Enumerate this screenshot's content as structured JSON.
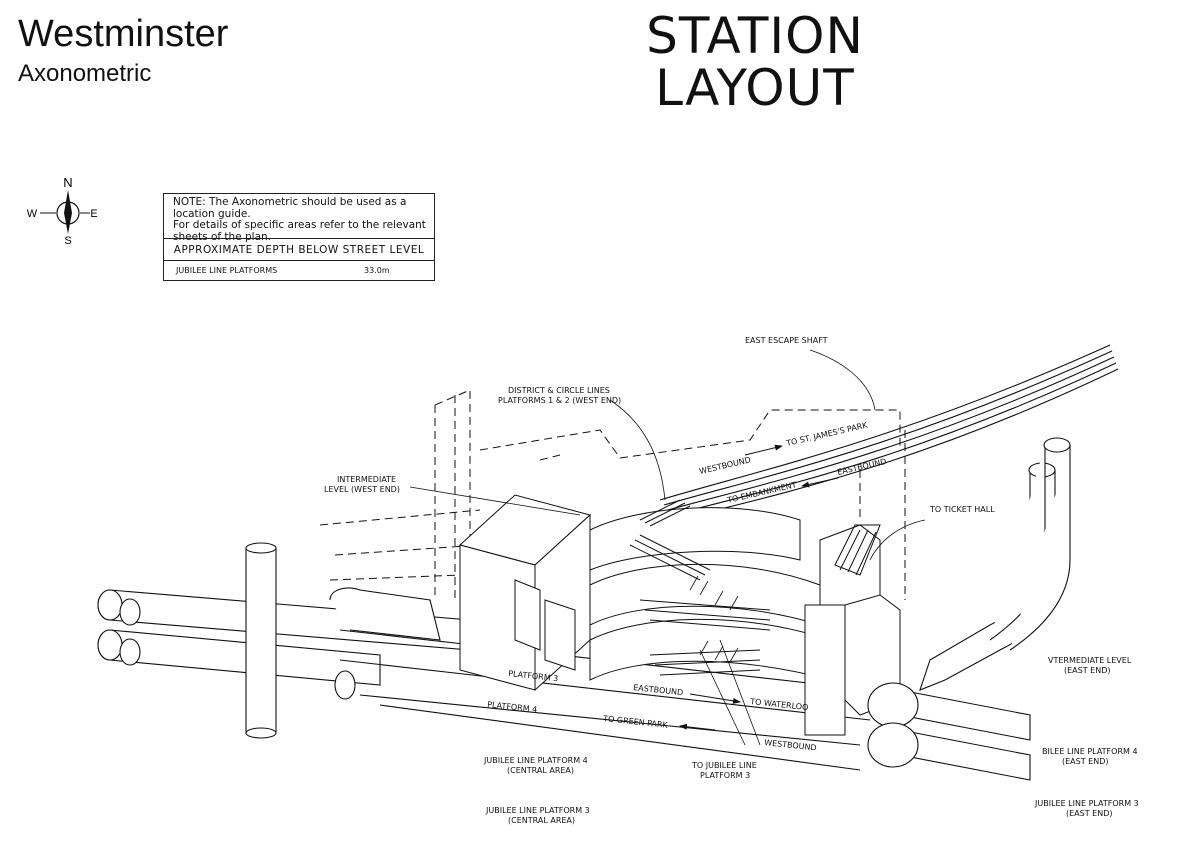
{
  "header": {
    "station": "Westminster",
    "view": "Axonometric",
    "title_line1": "STATION",
    "title_line2": "LAYOUT"
  },
  "compass": {
    "n": "N",
    "s": "S",
    "e": "E",
    "w": "W"
  },
  "note": {
    "line1": "NOTE: The Axonometric should be used as a",
    "line2": "location guide.",
    "line3": "For details of specific areas refer to the relevant",
    "line4": "sheets of the plan.",
    "depth_header": "APPROXIMATE DEPTH BELOW  STREET LEVEL",
    "rows": [
      {
        "label": "JUBILEE LINE PLATFORMS",
        "value": "33.0m"
      }
    ]
  },
  "labels": {
    "east_escape_shaft": "EAST ESCAPE SHAFT",
    "district_circle_1": "DISTRICT & CIRCLE LINES",
    "district_circle_2": "PLATFORMS 1 & 2 (WEST END)",
    "intermediate_west_1": "INTERMEDIATE",
    "intermediate_west_2": "LEVEL (WEST END)",
    "to_st_james": "TO ST. JAMES'S PARK",
    "westbound_upper": "WESTBOUND",
    "eastbound_upper": "EASTBOUND",
    "to_embankment": "TO EMBANKMENT",
    "to_ticket_hall": "TO TICKET HALL",
    "intermediate_east_1": "VTERMEDIATE LEVEL",
    "intermediate_east_2": "(EAST END)",
    "platform_3": "PLATFORM 3",
    "eastbound_lower": "EASTBOUND",
    "to_waterloo": "TO WATERLOO",
    "platform_4": "PLATFORM 4",
    "to_green_park": "TO GREEN PARK",
    "westbound_lower": "WESTBOUND",
    "jub4_central_1": "JUBILEE LINE PLATFORM 4",
    "jub4_central_2": "(CENTRAL AREA)",
    "to_jub3_1": "TO JUBILEE LINE",
    "to_jub3_2": "PLATFORM 3",
    "jub4_east_1": "BILEE LINE PLATFORM 4",
    "jub4_east_2": "(EAST END)",
    "jub3_central_1": "JUBILEE LINE PLATFORM 3",
    "jub3_central_2": "(CENTRAL AREA)",
    "jub3_east_1": "JUBILEE LINE PLATFORM 3",
    "jub3_east_2": "(EAST END)"
  }
}
